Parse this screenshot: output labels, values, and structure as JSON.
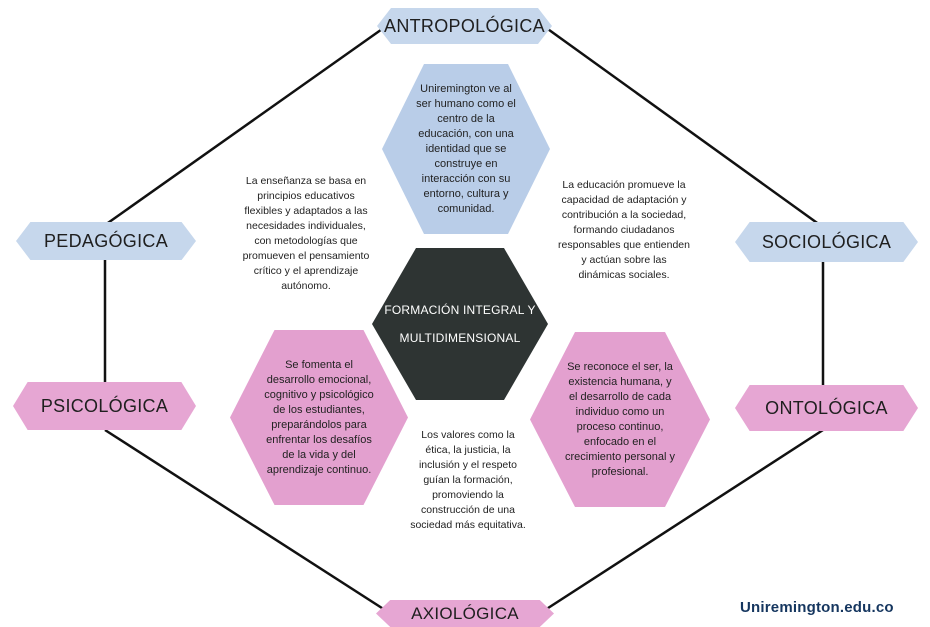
{
  "dimensions": {
    "top": "ANTROPOLÓGICA",
    "left_upper": "PEDAGÓGICA",
    "right_upper": "SOCIOLÓGICA",
    "left_lower": "PSICOLÓGICA",
    "right_lower": "ONTOLÓGICA",
    "bottom": "AXIOLÓGICA"
  },
  "center": {
    "line1": "FORMACIÓN INTEGRAL Y",
    "line2": "MULTIDIMENSIONAL"
  },
  "hexagons": {
    "top": "Uniremington ve al ser humano como el centro de la educación, con una identidad que se construye en interacción con su entorno, cultura y comunidad.",
    "left": "Se fomenta el desarrollo emocional, cognitivo y psicológico de los estudiantes, preparándolos para enfrentar los desafíos de la vida y del aprendizaje continuo.",
    "right": "Se reconoce el ser, la existencia humana, y el desarrollo de cada individuo como un proceso continuo, enfocado en el crecimiento personal y profesional."
  },
  "descriptions": {
    "pedagogica": "La enseñanza se basa en principios educativos flexibles y adaptados a las necesidades individuales, con metodologías que promueven el pensamiento crítico y el aprendizaje autónomo.",
    "sociologica": "La educación promueve la capacidad de adaptación y contribución a la sociedad, formando ciudadanos responsables que entienden y actúan sobre las dinámicas sociales.",
    "axiologica": "Los valores como la ética, la justicia, la inclusión y el respeto guían la formación, promoviendo la construcción de una sociedad más equitativa."
  },
  "brand": "Uniremington.edu.co",
  "colors": {
    "blue_label": "#c6d7ec",
    "pink_label": "#e6a6d3",
    "blue_hex": "#b9cde8",
    "pink_hex": "#e3a0cf",
    "dark_hex": "#2e3433",
    "brand_text": "#15365f"
  }
}
